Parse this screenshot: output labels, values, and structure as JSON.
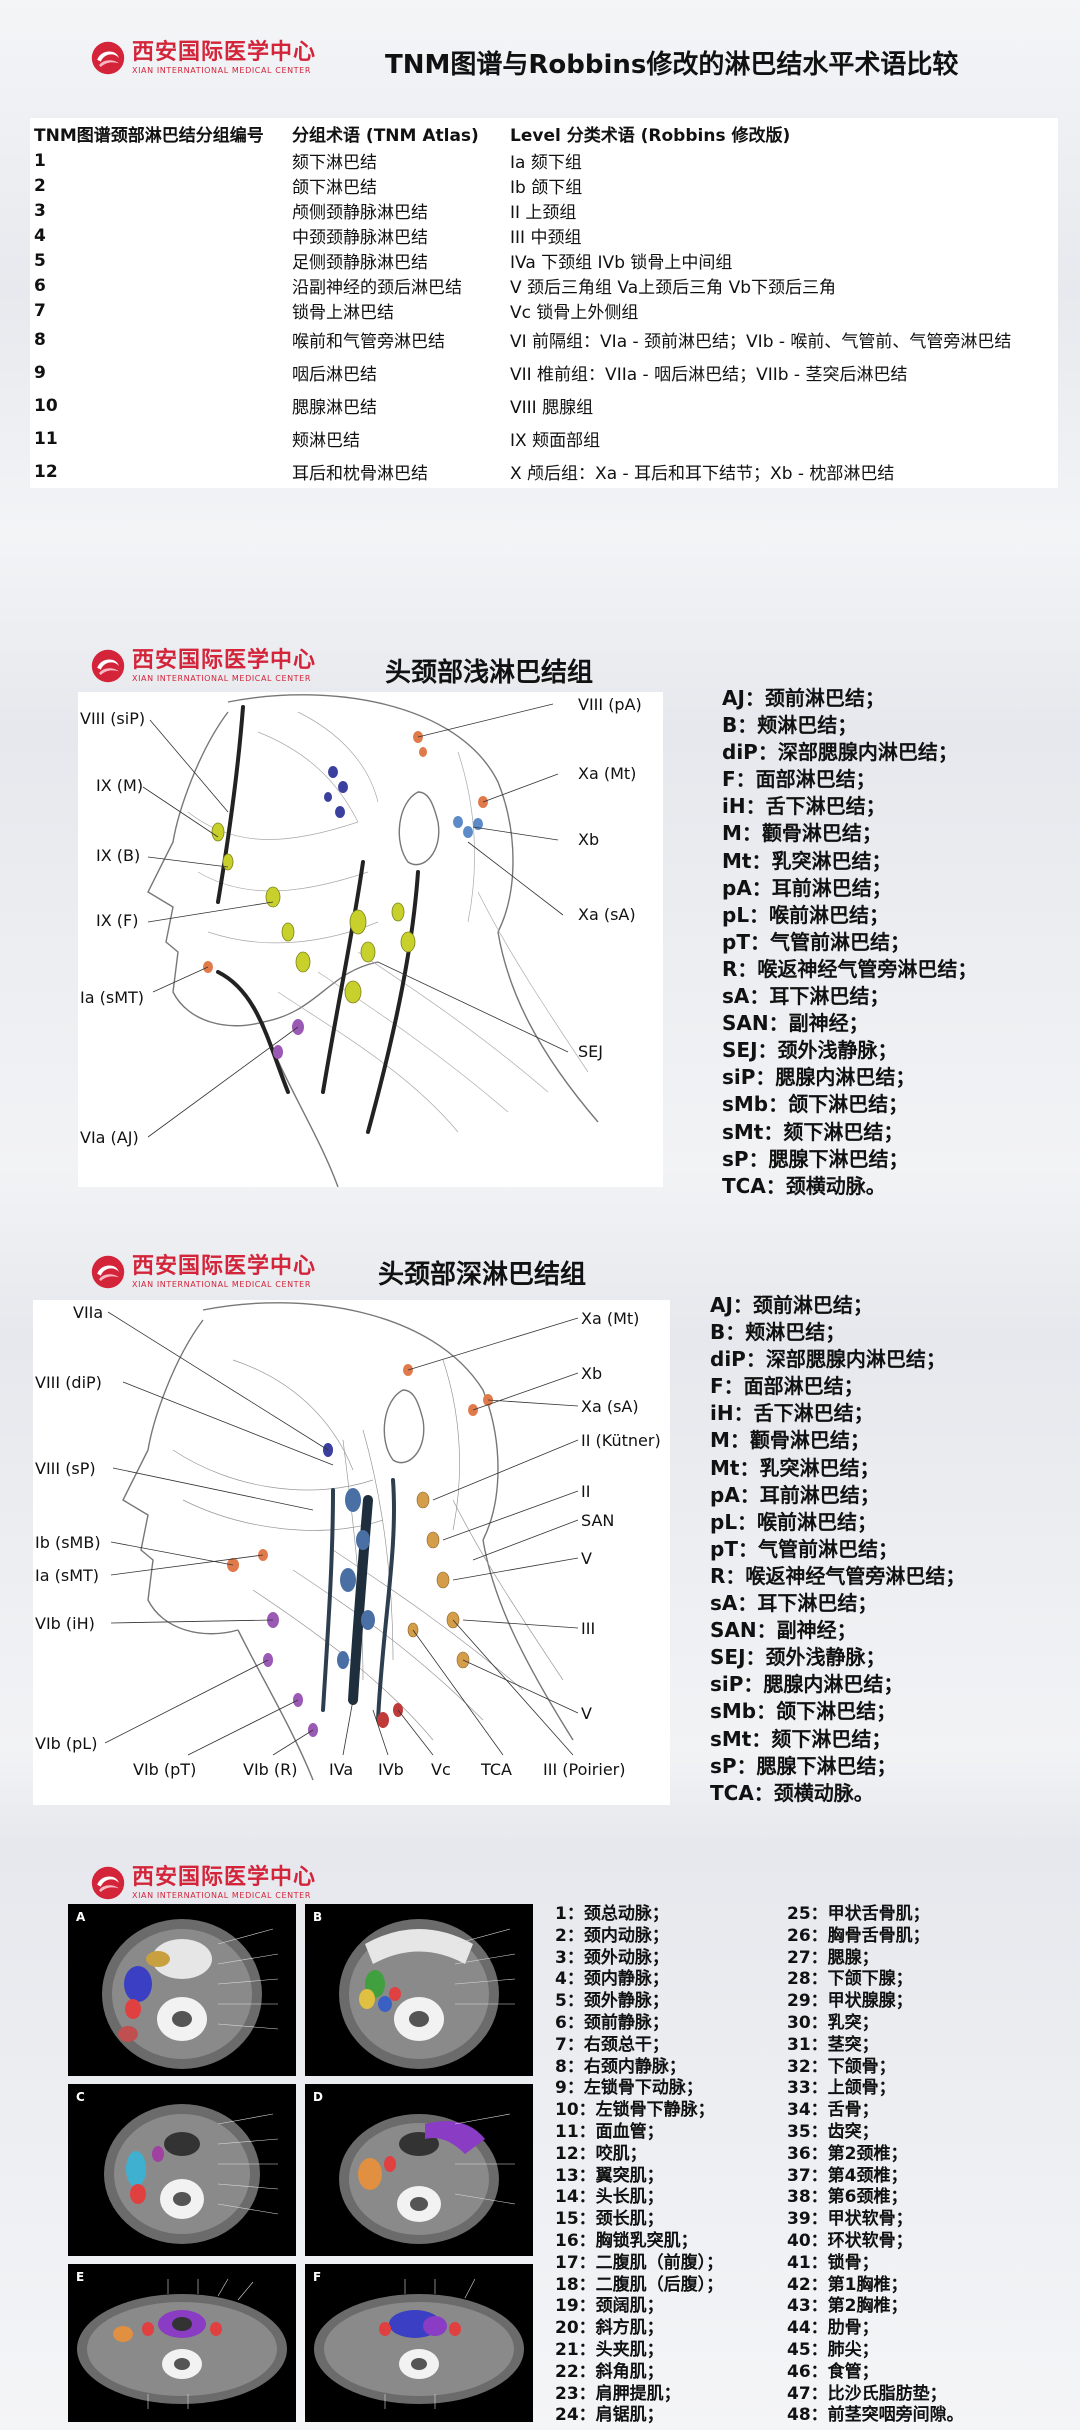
{
  "logo": {
    "cn": "西安国际医学中心",
    "en": "XIAN INTERNATIONAL MEDICAL CENTER"
  },
  "panel1": {
    "title": "TNM图谱与Robbins修改的淋巴结水平术语比较",
    "headers": [
      "TNM图谱颈部淋巴结分组编号",
      "分组术语 (TNM Atlas)",
      "Level 分类术语 (Robbins 修改版)"
    ],
    "rows": [
      [
        "1",
        "颏下淋巴结",
        "Ia 颏下组"
      ],
      [
        "2",
        "颌下淋巴结",
        "Ib 颌下组"
      ],
      [
        "3",
        "颅侧颈静脉淋巴结",
        "II 上颈组"
      ],
      [
        "4",
        "中颈颈静脉淋巴结",
        "III 中颈组"
      ],
      [
        "5",
        "足侧颈静脉淋巴结",
        "IVa 下颈组 IVb 锁骨上中间组"
      ],
      [
        "6",
        "沿副神经的颈后淋巴结",
        "V 颈后三角组 Va上颈后三角 Vb下颈后三角"
      ],
      [
        "7",
        "锁骨上淋巴结",
        "Vc 锁骨上外侧组"
      ],
      [
        "8",
        "喉前和气管旁淋巴结",
        "VI 前隔组：VIa - 颈前淋巴结；VIb - 喉前、气管前、气管旁淋巴结"
      ],
      [
        "9",
        "咽后淋巴结",
        "VII 椎前组：VIIa - 咽后淋巴结；VIIb - 茎突后淋巴结"
      ],
      [
        "10",
        "腮腺淋巴结",
        "VIII 腮腺组"
      ],
      [
        "11",
        "颊淋巴结",
        "IX 颊面部组"
      ],
      [
        "12",
        "耳后和枕骨淋巴结",
        "X 颅后组：Xa - 耳后和耳下结节；Xb - 枕部淋巴结"
      ]
    ]
  },
  "panel2": {
    "title": "头颈部浅淋巴结组",
    "labels_left": [
      "VIII (siP)",
      "IX (M)",
      "IX (B)",
      "IX (F)",
      "Ia (sMT)",
      "VIa (AJ)"
    ],
    "labels_right": [
      "VIII (pA)",
      "Xa (Mt)",
      "Xb",
      "Xa (sA)",
      "SEJ"
    ]
  },
  "panel3": {
    "title": "头颈部深淋巴结组",
    "labels_left": [
      "VIIa",
      "VIII (diP)",
      "VIII (sP)",
      "Ib (sMB)",
      "Ia (sMT)",
      "VIb (iH)",
      "VIb (pL)"
    ],
    "labels_right": [
      "Xa (Mt)",
      "Xb",
      "Xa (sA)",
      "II (Kütner)",
      "II",
      "SAN",
      "V",
      "III",
      "V"
    ],
    "labels_bottom": [
      "VIb (pT)",
      "VIb (R)",
      "IVa",
      "IVb",
      "Vc",
      "TCA",
      "III (Poirier)"
    ]
  },
  "legend": [
    "AJ：颈前淋巴结；",
    "B：颊淋巴结；",
    "diP：深部腮腺内淋巴结；",
    "F：面部淋巴结；",
    "iH：舌下淋巴结；",
    "M：颧骨淋巴结；",
    "Mt：乳突淋巴结；",
    "pA：耳前淋巴结；",
    "pL：喉前淋巴结；",
    "pT：气管前淋巴结；",
    "R：喉返神经气管旁淋巴结；",
    "sA：耳下淋巴结；",
    "SAN：副神经；",
    "SEJ：颈外浅静脉；",
    "siP：腮腺内淋巴结；",
    "sMb：颌下淋巴结；",
    "sMt：颏下淋巴结；",
    "sP：腮腺下淋巴结；",
    "TCA：颈横动脉。"
  ],
  "panel4": {
    "ct_letters": [
      "A",
      "B",
      "C",
      "D",
      "E",
      "F"
    ],
    "list_left": [
      "1：颈总动脉；",
      "2：颈内动脉；",
      "3：颈外动脉；",
      "4：颈内静脉；",
      "5：颈外静脉；",
      "6：颈前静脉；",
      "7：右颈总干；",
      "8：右颈内静脉；",
      "9：左锁骨下动脉；",
      "10：左锁骨下静脉；",
      "11：面血管；",
      "12：咬肌；",
      "13：翼突肌；",
      "14：头长肌；",
      "15：颈长肌；",
      "16：胸锁乳突肌；",
      "17：二腹肌（前腹）；",
      "18：二腹肌（后腹）；",
      "19：颈阔肌；",
      "20：斜方肌；",
      "21：头夹肌；",
      "22：斜角肌；",
      "23：肩胛提肌；",
      "24：肩锯肌；"
    ],
    "list_right": [
      "25：甲状舌骨肌；",
      "26：胸骨舌骨肌；",
      "27：腮腺；",
      "28：下颌下腺；",
      "29：甲状腺腺；",
      "30：乳突；",
      "31：茎突；",
      "32：下颌骨；",
      "33：上颌骨；",
      "34：舌骨；",
      "35：齿突；",
      "36：第2颈椎；",
      "37：第4颈椎；",
      "38：第6颈椎；",
      "39：甲状软骨；",
      "40：环状软骨；",
      "41：锁骨；",
      "42：第1胸椎；",
      "43：第2胸椎；",
      "44：肋骨；",
      "45：肺尖；",
      "46：食管；",
      "47：比沙氏脂肪垫；",
      "48：前茎突咽旁间隙。"
    ]
  }
}
